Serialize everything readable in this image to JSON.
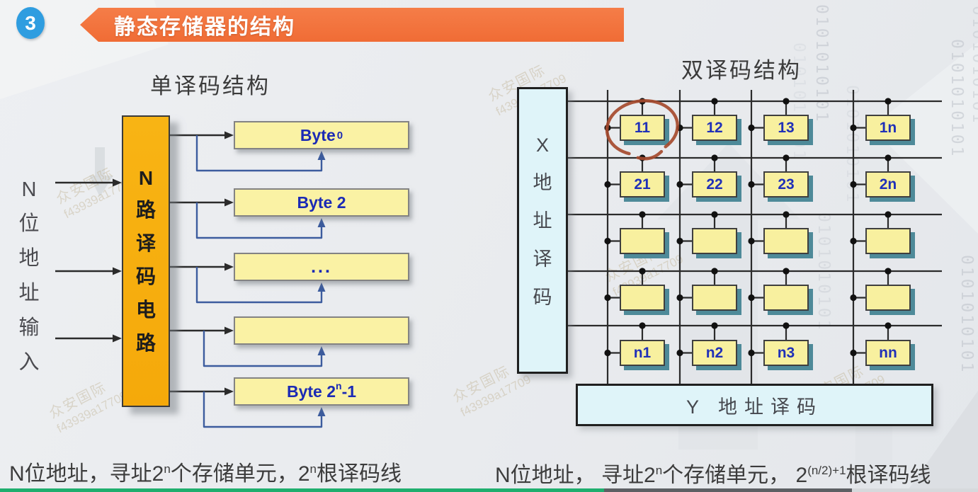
{
  "badge": {
    "number": "3"
  },
  "banner": {
    "title": "静态存储器的结构"
  },
  "left_diagram": {
    "title": "单译码结构",
    "input_label": "N位地址输入",
    "decoder_label": "N路译码电路",
    "byte_rows": [
      {
        "parts": [
          {
            "t": "Byte "
          },
          {
            "small": "0"
          }
        ]
      },
      {
        "parts": [
          {
            "t": "Byte 2"
          }
        ]
      },
      {
        "parts": [
          {
            "t": "..."
          }
        ]
      },
      {
        "parts": []
      },
      {
        "parts": [
          {
            "t": "Byte 2"
          },
          {
            "sup": "n"
          },
          {
            "t": "-1"
          }
        ]
      }
    ]
  },
  "right_diagram": {
    "title": "双译码结构",
    "x_decoder_label": "X地址译码",
    "y_decoder_label": "Y 地址译码",
    "cell_rows": [
      [
        "11",
        "12",
        "13",
        "1n"
      ],
      [
        "21",
        "22",
        "23",
        "2n"
      ],
      [
        "",
        "",
        "",
        ""
      ],
      [
        "",
        "",
        "",
        ""
      ],
      [
        "n1",
        "n2",
        "n3",
        "nn"
      ]
    ],
    "annotated_cell": "11"
  },
  "captions": {
    "left": {
      "parts": [
        {
          "t": "N位地址，寻址2"
        },
        {
          "sup": "n"
        },
        {
          "t": "个存储单元，2"
        },
        {
          "sup": "n"
        },
        {
          "t": "根译码线"
        }
      ]
    },
    "right": {
      "parts": [
        {
          "t": "N位地址， 寻址2"
        },
        {
          "sup": "n"
        },
        {
          "t": "个存储单元， 2"
        },
        {
          "sup": "(n/2)+1"
        },
        {
          "t": "根译码线"
        }
      ]
    }
  },
  "watermarks": {
    "vendor_line1": "众安国际",
    "vendor_line2": "f43939a17709",
    "binary": "0101010101"
  },
  "progress_bar": {
    "segments": [
      {
        "color": "#1fae6e",
        "from": 0,
        "to": 853
      },
      {
        "color": "#5d6064",
        "from": 853,
        "to": 1203
      },
      {
        "color": "#d6d9dc",
        "from": 1203,
        "to": 1381
      }
    ]
  },
  "colors": {
    "banner": "#f06c35",
    "badge": "#2f9de0",
    "decoder_fill": "#f5a90a",
    "byte_fill": "#faf2a4",
    "byte_text": "#1b2ab5",
    "cell_fill": "#f8f09f",
    "cell_text": "#2030b8",
    "cell_shadow": "#4e8a99",
    "xy_fill": "#dff4f9",
    "line": "#2b2b2b",
    "blue_line": "#3c5c9e",
    "annotation": "#a54a2e",
    "title_text": "#3b3b3b"
  }
}
